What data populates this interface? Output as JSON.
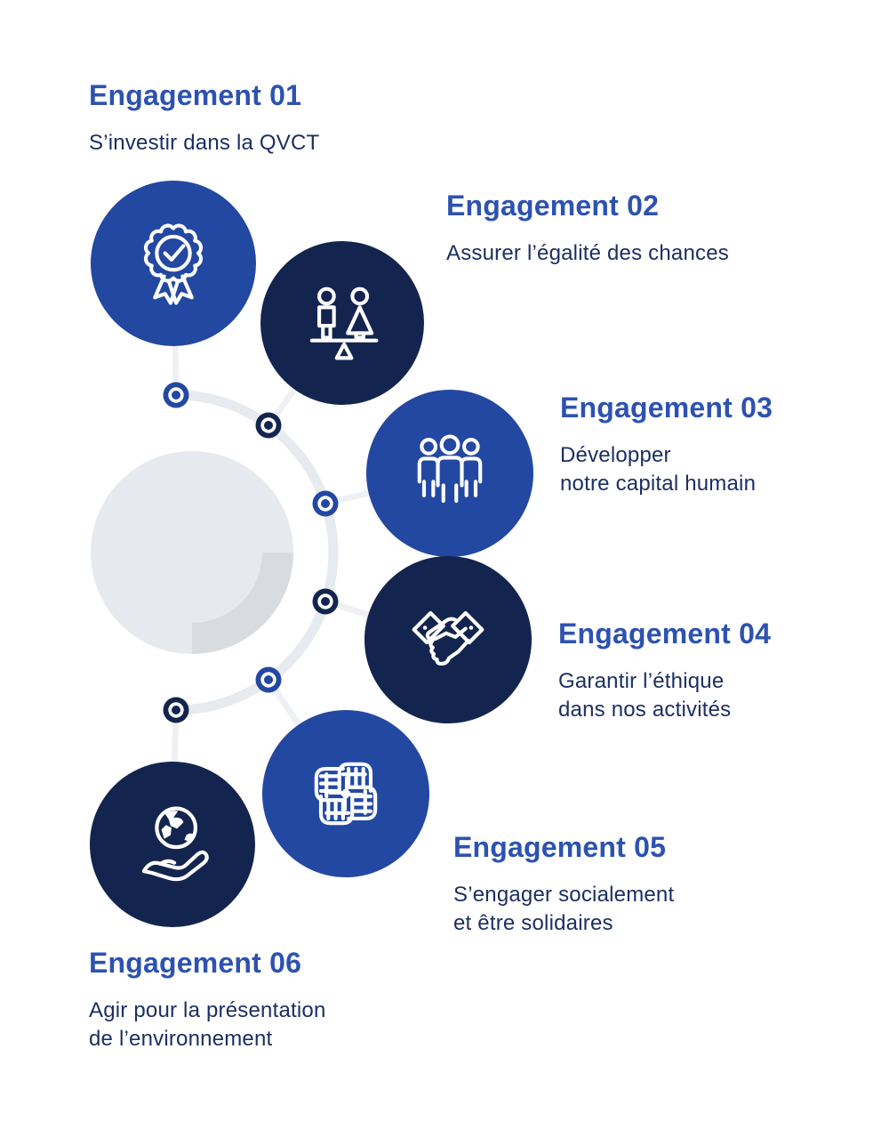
{
  "colors": {
    "royal_blue": "#2348a2",
    "navy": "#13254f",
    "heading_blue": "#2d52b0",
    "body_navy": "#1c2f62",
    "circle_gray": "#e6e9ed",
    "arc_gray": "#d8dbdf",
    "ring_gray": "#e7eaee",
    "spoke_gray": "#eef1f4",
    "icon_white": "#ffffff"
  },
  "engagements": [
    {
      "number": "01",
      "title": "Engagement 01",
      "description": "S’investir dans la QVCT",
      "icon": "award-badge-icon"
    },
    {
      "number": "02",
      "title": "Engagement 02",
      "description": "Assurer l’égalité des chances",
      "icon": "gender-balance-icon"
    },
    {
      "number": "03",
      "title": "Engagement 03",
      "description": "Développer\nnotre capital humain",
      "icon": "team-icon"
    },
    {
      "number": "04",
      "title": "Engagement 04",
      "description": "Garantir l’éthique\ndans nos activités",
      "icon": "handshake-icon"
    },
    {
      "number": "05",
      "title": "Engagement 05",
      "description": "S’engager socialement\net être solidaires",
      "icon": "united-hands-icon"
    },
    {
      "number": "06",
      "title": "Engagement 06",
      "description": "Agir pour la présentation\nde l’environnement",
      "icon": "globe-in-hand-icon"
    }
  ]
}
